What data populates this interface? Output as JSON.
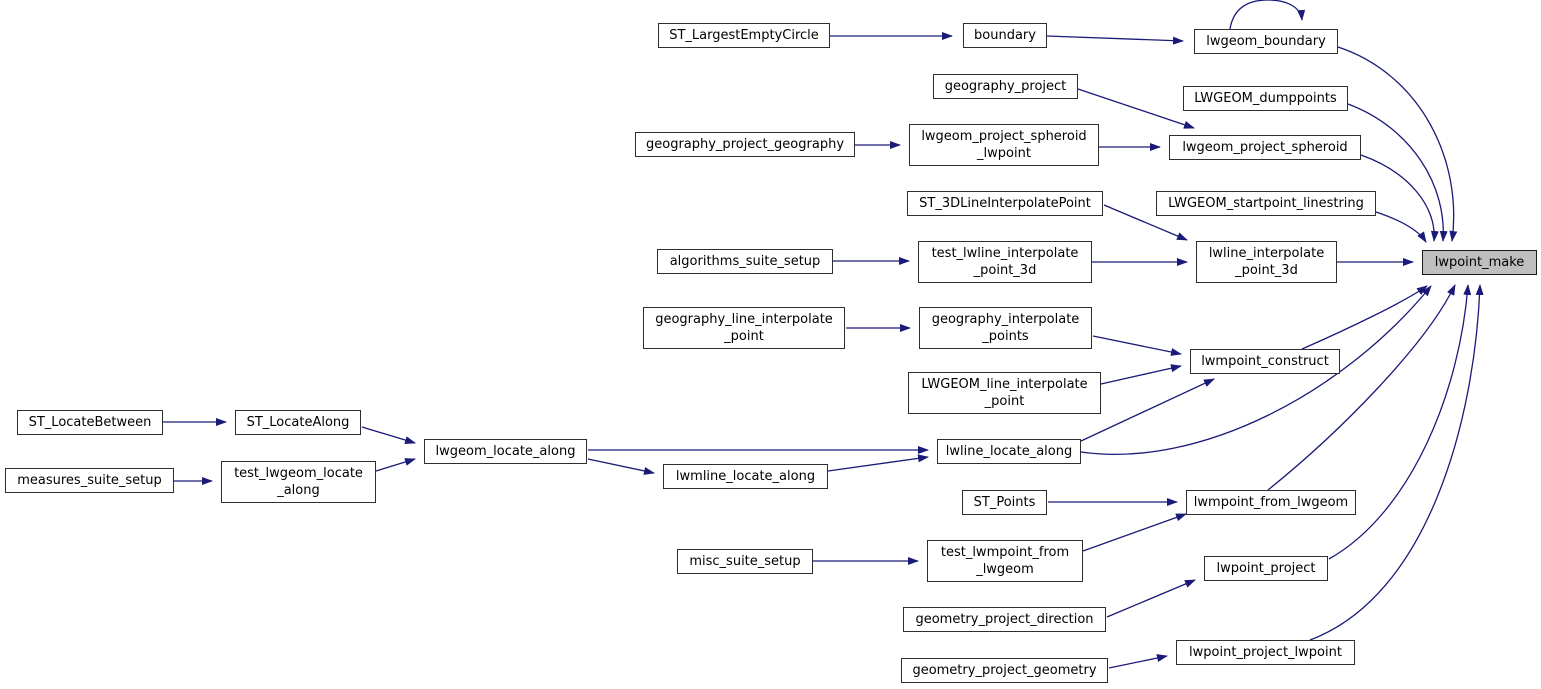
{
  "diagram": {
    "type": "call-graph",
    "target_function": "lwpoint_make",
    "colors": {
      "edge": "#1a1a78",
      "node_fill": "#ffffff",
      "node_border": "#2e2e2e",
      "highlight_fill": "#bfbfbf",
      "text": "#000000"
    },
    "nodes": [
      {
        "id": "ST_LargestEmptyCircle",
        "label": "ST_LargestEmptyCircle"
      },
      {
        "id": "boundary",
        "label": "boundary"
      },
      {
        "id": "lwgeom_boundary",
        "label": "lwgeom_boundary"
      },
      {
        "id": "LWGEOM_dumppoints",
        "label": "LWGEOM_dumppoints"
      },
      {
        "id": "geography_project",
        "label": "geography_project"
      },
      {
        "id": "geography_project_geography",
        "label": "geography_project_geography"
      },
      {
        "id": "lwgeom_project_spheroid_lwpoint",
        "label": "lwgeom_project_spheroid\n_lwpoint"
      },
      {
        "id": "lwgeom_project_spheroid",
        "label": "lwgeom_project_spheroid"
      },
      {
        "id": "ST_3DLineInterpolatePoint",
        "label": "ST_3DLineInterpolatePoint"
      },
      {
        "id": "LWGEOM_startpoint_linestring",
        "label": "LWGEOM_startpoint_linestring"
      },
      {
        "id": "algorithms_suite_setup",
        "label": "algorithms_suite_setup"
      },
      {
        "id": "test_lwline_interpolate_point_3d",
        "label": "test_lwline_interpolate\n_point_3d"
      },
      {
        "id": "lwline_interpolate_point_3d",
        "label": "lwline_interpolate\n_point_3d"
      },
      {
        "id": "lwpoint_make",
        "label": "lwpoint_make",
        "highlighted": true
      },
      {
        "id": "geography_line_interpolate_point",
        "label": "geography_line_interpolate\n_point"
      },
      {
        "id": "geography_interpolate_points",
        "label": "geography_interpolate\n_points"
      },
      {
        "id": "lwmpoint_construct",
        "label": "lwmpoint_construct"
      },
      {
        "id": "LWGEOM_line_interpolate_point",
        "label": "LWGEOM_line_interpolate\n_point"
      },
      {
        "id": "ST_LocateBetween",
        "label": "ST_LocateBetween"
      },
      {
        "id": "ST_LocateAlong",
        "label": "ST_LocateAlong"
      },
      {
        "id": "measures_suite_setup",
        "label": "measures_suite_setup"
      },
      {
        "id": "test_lwgeom_locate_along",
        "label": "test_lwgeom_locate\n_along"
      },
      {
        "id": "lwgeom_locate_along",
        "label": "lwgeom_locate_along"
      },
      {
        "id": "lwmline_locate_along",
        "label": "lwmline_locate_along"
      },
      {
        "id": "lwline_locate_along",
        "label": "lwline_locate_along"
      },
      {
        "id": "ST_Points",
        "label": "ST_Points"
      },
      {
        "id": "lwmpoint_from_lwgeom",
        "label": "lwmpoint_from_lwgeom"
      },
      {
        "id": "misc_suite_setup",
        "label": "misc_suite_setup"
      },
      {
        "id": "test_lwmpoint_from_lwgeom",
        "label": "test_lwmpoint_from\n_lwgeom"
      },
      {
        "id": "lwpoint_project",
        "label": "lwpoint_project"
      },
      {
        "id": "geometry_project_direction",
        "label": "geometry_project_direction"
      },
      {
        "id": "geometry_project_geometry",
        "label": "geometry_project_geometry"
      },
      {
        "id": "lwpoint_project_lwpoint",
        "label": "lwpoint_project_lwpoint"
      }
    ],
    "edges": [
      {
        "from": "ST_LargestEmptyCircle",
        "to": "boundary"
      },
      {
        "from": "boundary",
        "to": "lwgeom_boundary"
      },
      {
        "from": "lwgeom_boundary",
        "to": "lwgeom_boundary"
      },
      {
        "from": "lwgeom_boundary",
        "to": "lwpoint_make"
      },
      {
        "from": "LWGEOM_dumppoints",
        "to": "lwpoint_make"
      },
      {
        "from": "geography_project",
        "to": "lwgeom_project_spheroid"
      },
      {
        "from": "geography_project_geography",
        "to": "lwgeom_project_spheroid_lwpoint"
      },
      {
        "from": "lwgeom_project_spheroid_lwpoint",
        "to": "lwgeom_project_spheroid"
      },
      {
        "from": "lwgeom_project_spheroid",
        "to": "lwpoint_make"
      },
      {
        "from": "ST_3DLineInterpolatePoint",
        "to": "lwline_interpolate_point_3d"
      },
      {
        "from": "LWGEOM_startpoint_linestring",
        "to": "lwpoint_make"
      },
      {
        "from": "algorithms_suite_setup",
        "to": "test_lwline_interpolate_point_3d"
      },
      {
        "from": "test_lwline_interpolate_point_3d",
        "to": "lwline_interpolate_point_3d"
      },
      {
        "from": "lwline_interpolate_point_3d",
        "to": "lwpoint_make"
      },
      {
        "from": "geography_line_interpolate_point",
        "to": "geography_interpolate_points"
      },
      {
        "from": "geography_interpolate_points",
        "to": "lwmpoint_construct"
      },
      {
        "from": "LWGEOM_line_interpolate_point",
        "to": "lwmpoint_construct"
      },
      {
        "from": "lwmpoint_construct",
        "to": "lwpoint_make"
      },
      {
        "from": "ST_LocateBetween",
        "to": "ST_LocateAlong"
      },
      {
        "from": "ST_LocateAlong",
        "to": "lwgeom_locate_along"
      },
      {
        "from": "measures_suite_setup",
        "to": "test_lwgeom_locate_along"
      },
      {
        "from": "test_lwgeom_locate_along",
        "to": "lwgeom_locate_along"
      },
      {
        "from": "lwgeom_locate_along",
        "to": "lwline_locate_along"
      },
      {
        "from": "lwgeom_locate_along",
        "to": "lwmline_locate_along"
      },
      {
        "from": "lwmline_locate_along",
        "to": "lwline_locate_along"
      },
      {
        "from": "lwline_locate_along",
        "to": "lwmpoint_construct"
      },
      {
        "from": "lwline_locate_along",
        "to": "lwpoint_make"
      },
      {
        "from": "ST_Points",
        "to": "lwmpoint_from_lwgeom"
      },
      {
        "from": "misc_suite_setup",
        "to": "test_lwmpoint_from_lwgeom"
      },
      {
        "from": "test_lwmpoint_from_lwgeom",
        "to": "lwmpoint_from_lwgeom"
      },
      {
        "from": "lwmpoint_from_lwgeom",
        "to": "lwpoint_make"
      },
      {
        "from": "geometry_project_direction",
        "to": "lwpoint_project"
      },
      {
        "from": "lwpoint_project",
        "to": "lwpoint_make"
      },
      {
        "from": "geometry_project_geometry",
        "to": "lwpoint_project_lwpoint"
      },
      {
        "from": "lwpoint_project_lwpoint",
        "to": "lwpoint_make"
      }
    ]
  }
}
